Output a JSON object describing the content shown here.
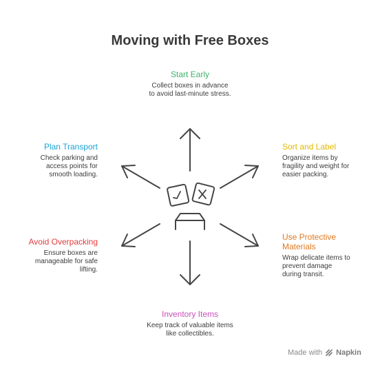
{
  "title": "Moving with Free Boxes",
  "nodes": {
    "start_early": {
      "heading": "Start Early",
      "text": "Collect boxes in advance to avoid last-minute stress.",
      "color": "#3db36b"
    },
    "sort_label": {
      "heading": "Sort and Label",
      "text": "Organize items by fragility and weight for easier packing.",
      "color": "#e5b800"
    },
    "use_protective": {
      "heading": "Use Protective Materials",
      "text": "Wrap delicate items to prevent damage during transit.",
      "color": "#e0781e"
    },
    "inventory": {
      "heading": "Inventory Items",
      "text": "Keep track of valuable items like collectibles.",
      "color": "#c84fb8"
    },
    "avoid_overpacking": {
      "heading": "Avoid Overpacking",
      "text": "Ensure boxes are manageable for safe lifting.",
      "color": "#e03c3c"
    },
    "plan_transport": {
      "heading": "Plan Transport",
      "text": "Check parking and access points for smooth loading.",
      "color": "#1ba3d6"
    }
  },
  "footer": {
    "made_with": "Made with",
    "brand": "Napkin"
  }
}
